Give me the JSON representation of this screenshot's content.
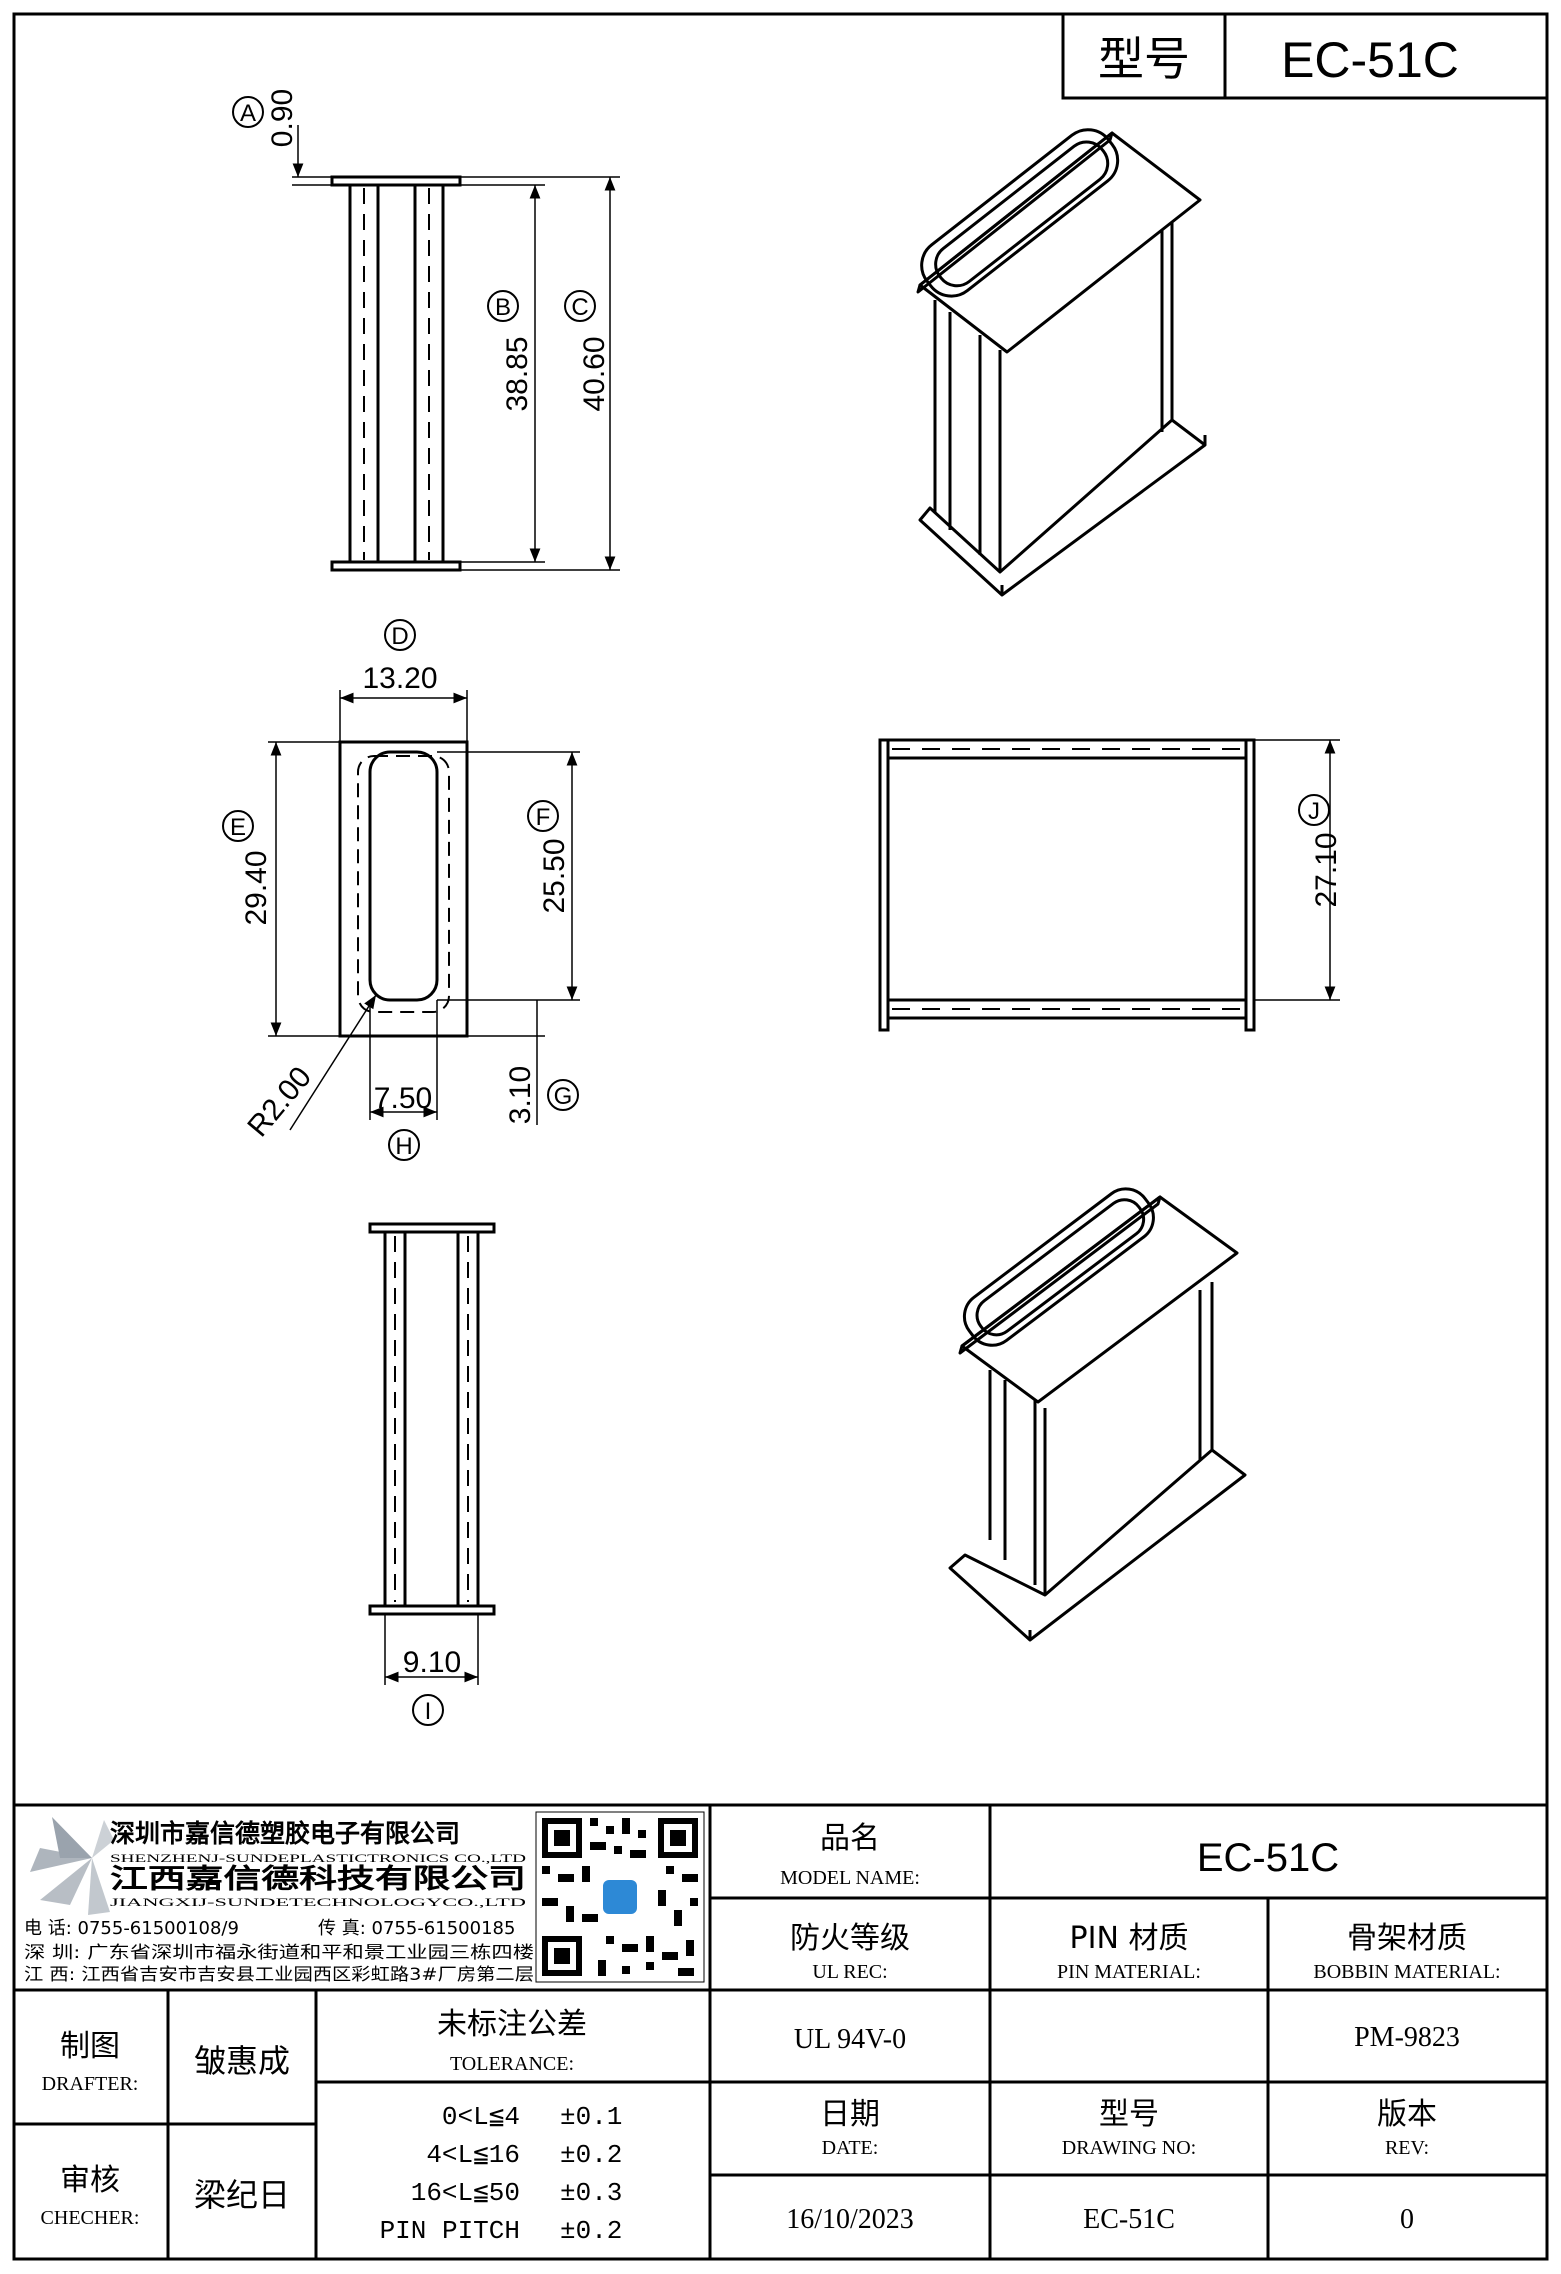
{
  "header": {
    "model_label": "型号",
    "model_value": "EC-51C"
  },
  "dimensions": {
    "A": {
      "letter": "A",
      "value": "0.90"
    },
    "B": {
      "letter": "B",
      "value": "38.85"
    },
    "C": {
      "letter": "C",
      "value": "40.60"
    },
    "D": {
      "letter": "D",
      "value": "13.20"
    },
    "E": {
      "letter": "E",
      "value": "29.40"
    },
    "F": {
      "letter": "F",
      "value": "25.50"
    },
    "G": {
      "letter": "G",
      "value": "3.10"
    },
    "H": {
      "letter": "H",
      "value": "7.50"
    },
    "I": {
      "letter": "I",
      "value": "9.10"
    },
    "J": {
      "letter": "J",
      "value": "27.10"
    },
    "R": {
      "value": "R2.00"
    }
  },
  "company": {
    "name_cn_1": "深圳市嘉信德塑胶电子有限公司",
    "name_en_1": "SHENZHENJ-SUNDEPLASTICTRONICS CO.,LTD",
    "name_cn_2": "江西嘉信德科技有限公司",
    "name_en_2": "JIANGXIJ-SUNDETECHNOLOGYCO.,LTD",
    "phone": "电 话: 0755-61500108/9",
    "fax": "传 真: 0755-61500185",
    "addr_sz": "深 圳: 广东省深圳市福永街道和平和景工业园三栋四楼",
    "addr_jx": "江 西: 江西省吉安市吉安县工业园西区彩虹路3#厂房第二层"
  },
  "title_block": {
    "model_name_cn": "品名",
    "model_name_en": "MODEL NAME:",
    "model_name_value": "EC-51C",
    "ul_cn": "防火等级",
    "ul_en": "UL REC:",
    "ul_value": "UL 94V-0",
    "pin_cn": "PIN 材质",
    "pin_en": "PIN MATERIAL:",
    "pin_value": "",
    "bobbin_cn": "骨架材质",
    "bobbin_en": "BOBBIN MATERIAL:",
    "bobbin_value": "PM-9823",
    "drafter_cn": "制图",
    "drafter_en": "DRAFTER:",
    "drafter_name": "皱惠成",
    "checker_cn": "审核",
    "checker_en": "CHECHER:",
    "checker_name": "梁纪日",
    "tol_cn": "未标注公差",
    "tol_en": "TOLERANCE:",
    "tolerances": [
      {
        "range": "0<L≦4",
        "value": "±0.1"
      },
      {
        "range": "4<L≦16",
        "value": "±0.2"
      },
      {
        "range": "16<L≦50",
        "value": "±0.3"
      },
      {
        "range": "PIN PITCH",
        "value": "±0.2"
      }
    ],
    "date_cn": "日期",
    "date_en": "DATE:",
    "date_value": "16/10/2023",
    "drawing_cn": "型号",
    "drawing_en": "DRAWING NO:",
    "drawing_value": "EC-51C",
    "rev_cn": "版本",
    "rev_en": "REV:",
    "rev_value": "0"
  },
  "colors": {
    "line": "#000000",
    "logo": "#9aa3ad",
    "qr_badge": "#2d89d6"
  },
  "icons": [
    "company-logo-icon",
    "qr-code-icon"
  ]
}
